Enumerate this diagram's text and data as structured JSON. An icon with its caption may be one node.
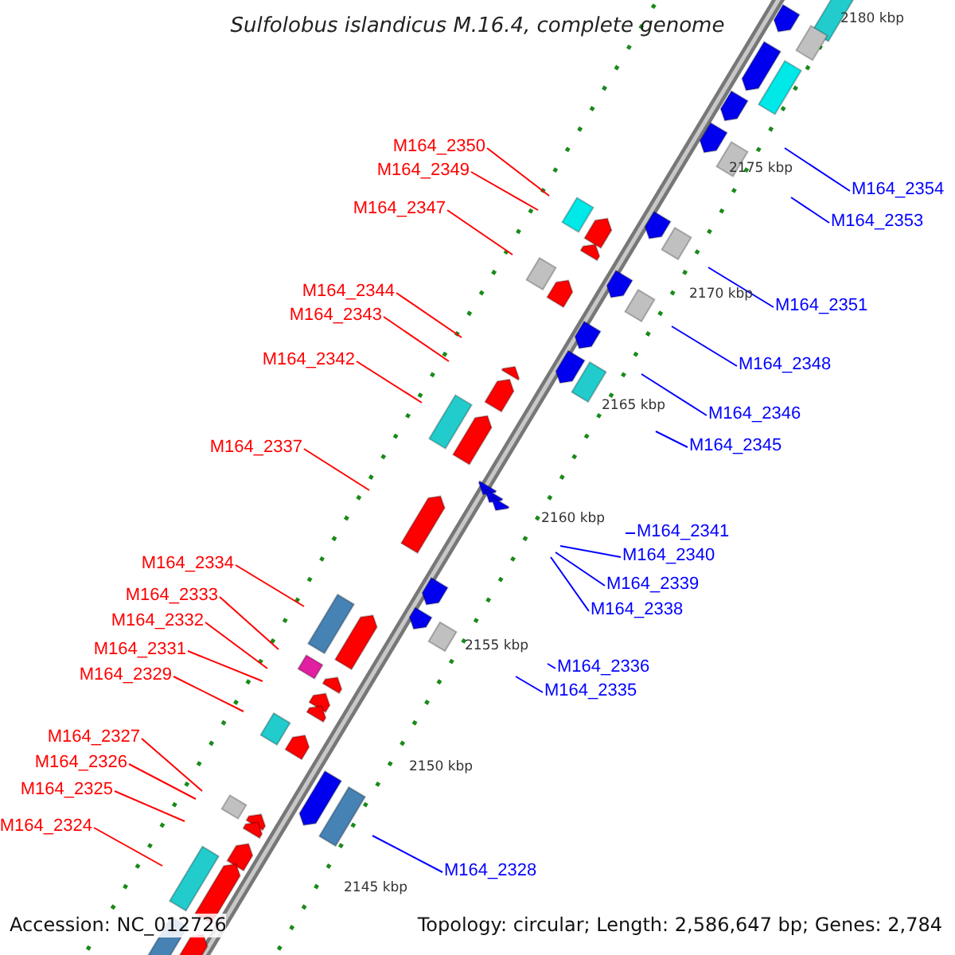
{
  "diagram": {
    "title": "Sulfolobus islandicus M.16.4, complete genome",
    "nodes": [
      {
        "text": [
          "M164_2350"
        ]
      },
      {
        "text": [
          "M164_2349"
        ]
      },
      {
        "text": [
          "M164_2354"
        ]
      },
      {
        "text": [
          "M164_2347"
        ]
      },
      {
        "text": [
          "M164_2353"
        ]
      },
      {
        "text": [
          "M164_2344"
        ]
      },
      {
        "text": [
          "M164_2351"
        ]
      },
      {
        "text": [
          "M164_2343"
        ]
      },
      {
        "text": [
          "M164_2342"
        ]
      },
      {
        "text": [
          "M164_2348"
        ]
      },
      {
        "text": [
          "M164_2346"
        ]
      },
      {
        "text": [
          "M164_2345"
        ]
      },
      {
        "text": [
          "M164_2337"
        ]
      },
      {
        "text": [
          "M164_2341"
        ]
      },
      {
        "text": [
          "M164_2340"
        ]
      },
      {
        "text": [
          "M164_2334"
        ]
      },
      {
        "text": [
          "M164_2339"
        ]
      },
      {
        "text": [
          "M164_2333"
        ]
      },
      {
        "text": [
          "M164_2338"
        ]
      },
      {
        "text": [
          "M164_2332"
        ]
      },
      {
        "text": [
          "M164_2331"
        ]
      },
      {
        "text": [
          "M164_2336"
        ]
      },
      {
        "text": [
          "M164_2329"
        ]
      },
      {
        "text": [
          "M164_2335"
        ]
      },
      {
        "text": [
          "M164_2327"
        ]
      },
      {
        "text": [
          "M164_2326"
        ]
      },
      {
        "text": [
          "M164_2325"
        ]
      },
      {
        "text": [
          "M164_2324"
        ]
      },
      {
        "text": [
          "M164_2328"
        ]
      }
    ],
    "edges": [
      {
        "from": 0,
        "to": null,
        "arrow": "none"
      },
      {
        "from": 1,
        "to": null,
        "arrow": "none"
      },
      {
        "from": 2,
        "to": null,
        "arrow": "none",
        "color": "#0000ff"
      },
      {
        "from": 3,
        "to": null,
        "arrow": "none"
      },
      {
        "from": 4,
        "to": null,
        "arrow": "none",
        "color": "#0000ff"
      },
      {
        "from": 5,
        "to": null,
        "arrow": "none"
      },
      {
        "from": 6,
        "to": null,
        "arrow": "none",
        "color": "#0000ff"
      },
      {
        "from": 7,
        "to": null,
        "arrow": "none"
      },
      {
        "from": 8,
        "to": null,
        "arrow": "none"
      },
      {
        "from": 9,
        "to": null,
        "arrow": "none",
        "color": "#0000ff"
      },
      {
        "from": 10,
        "to": null,
        "arrow": "none",
        "color": "#0000ff"
      },
      {
        "from": 11,
        "to": null,
        "arrow": "none",
        "color": "#0000ff"
      },
      {
        "from": 12,
        "to": null,
        "arrow": "none"
      },
      {
        "from": 13,
        "to": null,
        "arrow": "none",
        "color": "#0000ff"
      },
      {
        "from": 14,
        "to": null,
        "arrow": "none",
        "color": "#0000ff"
      },
      {
        "from": 15,
        "to": null,
        "arrow": "none"
      },
      {
        "from": 16,
        "to": null,
        "arrow": "none",
        "color": "#0000ff"
      },
      {
        "from": 17,
        "to": null,
        "arrow": "none"
      },
      {
        "from": 18,
        "to": null,
        "arrow": "none",
        "color": "#0000ff"
      },
      {
        "from": 19,
        "to": null,
        "arrow": "none"
      },
      {
        "from": 20,
        "to": null,
        "arrow": "none"
      },
      {
        "from": 21,
        "to": null,
        "arrow": "none",
        "color": "#0000ff"
      },
      {
        "from": 22,
        "to": null,
        "arrow": "none"
      },
      {
        "from": 23,
        "to": null,
        "arrow": "none",
        "color": "#0000ff"
      },
      {
        "from": 24,
        "to": null,
        "arrow": "none"
      },
      {
        "from": 25,
        "to": null,
        "arrow": "none"
      },
      {
        "from": 26,
        "to": null,
        "arrow": "none"
      },
      {
        "from": 27,
        "to": null,
        "arrow": "none"
      },
      {
        "from": 28,
        "to": null,
        "arrow": "none",
        "color": "#0000ff"
      }
    ],
    "labels": [
      "2180 kbp",
      "2175 kbp",
      "2170 kbp",
      "2165 kbp",
      "2160 kbp",
      "2155 kbp",
      "2150 kbp",
      "2145 kbp",
      "Accession: NC_012726",
      "Topology: circular; Length: 2,586,647 bp; Genes: 2,784"
    ]
  }
}
